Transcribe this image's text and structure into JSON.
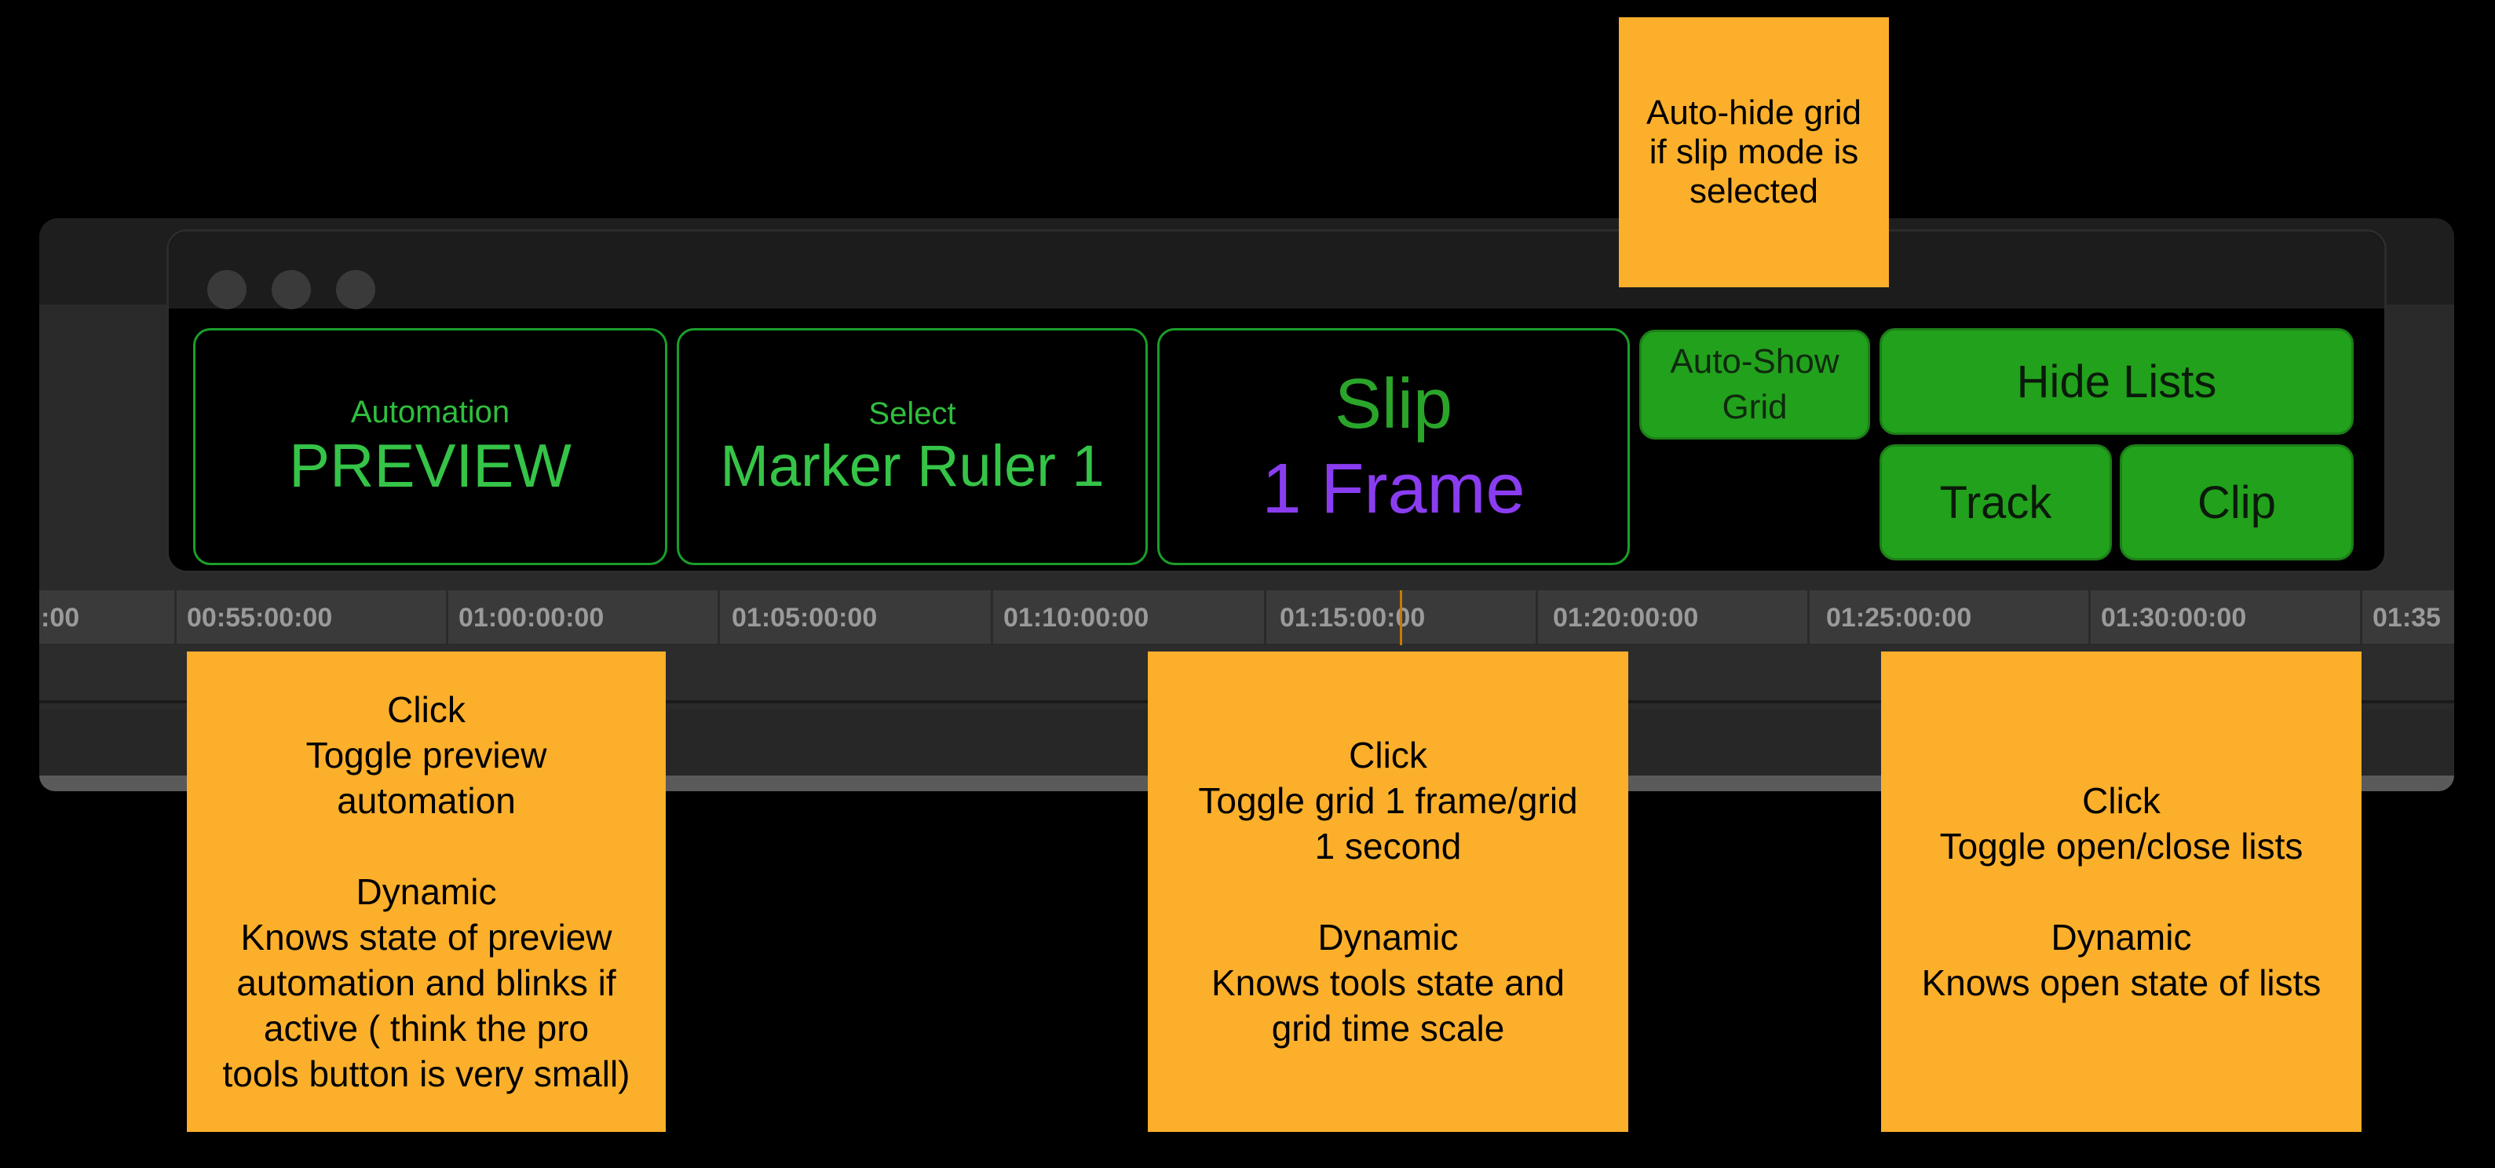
{
  "panel": {
    "automation": {
      "caption": "Automation",
      "value": "PREVIEW"
    },
    "select": {
      "caption": "Select",
      "value": "Marker Ruler 1"
    },
    "grid": {
      "mode": "Slip",
      "value": "1 Frame"
    },
    "auto_show_grid": {
      "line1": "Auto-Show",
      "line2": "Grid"
    },
    "hide_lists": "Hide Lists",
    "track": "Track",
    "clip": "Clip"
  },
  "ruler": {
    "labels": [
      ":00",
      "00:55:00:00",
      "01:00:00:00",
      "01:05:00:00",
      "01:10:00:00",
      "01:15:00:00",
      "01:20:00:00",
      "01:25:00:00",
      "01:30:00:00",
      "01:35"
    ]
  },
  "notes": {
    "auto_hide": [
      "Auto-hide grid",
      "if slip mode is",
      "selected"
    ],
    "automation": {
      "click": [
        "Click",
        "Toggle preview",
        "automation"
      ],
      "dynamic": [
        "Dynamic",
        "Knows state of preview",
        "automation and blinks if",
        "active ( think the pro",
        "tools button is very small)"
      ]
    },
    "grid": {
      "click": [
        "Click",
        "Toggle grid 1 frame/grid",
        "1 second"
      ],
      "dynamic": [
        "Dynamic",
        "Knows tools state and",
        "grid time scale"
      ]
    },
    "lists": {
      "click": [
        "Click",
        "Toggle open/close lists"
      ],
      "dynamic": [
        "Dynamic",
        "Knows open state of lists"
      ]
    }
  },
  "colors": {
    "outline_green": "#1a9e2a",
    "text_green": "#35c447",
    "frame_purple": "#8a3df0",
    "button_green": "#22a11c",
    "note_orange": "#fbaf2b",
    "playhead": "#c87a00"
  }
}
